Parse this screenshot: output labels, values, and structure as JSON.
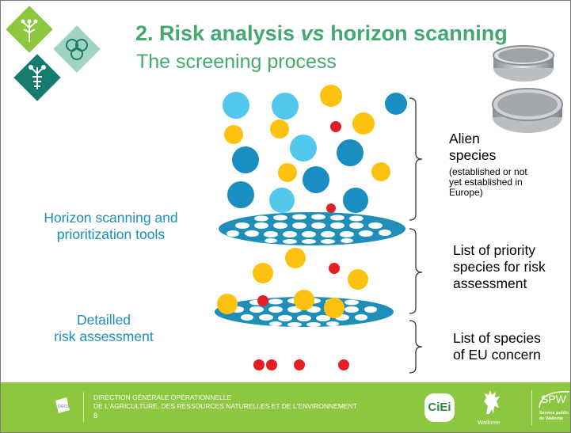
{
  "slide": {
    "title_part1": "2. Risk analysis ",
    "title_vs": "vs",
    "title_part2": " horizon scanning",
    "subtitle": "The screening process"
  },
  "left_labels": {
    "horizon_line1": "Horizon scanning and",
    "horizon_line2": "prioritization tools",
    "detailed_line1": "Detailled",
    "detailed_line2": "risk assessment"
  },
  "right_labels": {
    "alien_line1": "Alien",
    "alien_line2": "species",
    "alien_note_line1": "(established or not",
    "alien_note_line2": "yet  established in",
    "alien_note_line3": "Europe)",
    "priority_line1": "List of priority",
    "priority_line2": "species for risk",
    "priority_line3": "assessment",
    "concern_line1": "List of species",
    "concern_line2": "of EU concern"
  },
  "footer": {
    "line1": "Direction générale opérationnelle",
    "line2": "de l'Agriculture, des Ressources naturelles et de l'Environnement",
    "page_number": "8",
    "dgo_badge": "DGO3",
    "cie_logo": "CiEi",
    "wallonie_label": "Wallonie",
    "spw_logo": "SPW",
    "spw_sub_line1": "Service public",
    "spw_sub_line2": "de Wallonie"
  },
  "colors": {
    "title_green": "#44a96e",
    "label_blue": "#1a8fb5",
    "footer_green": "#8dc63f",
    "dark_blue_ball": "#1a8ec0",
    "light_blue_ball": "#52c8ee",
    "yellow_ball": "#fdc10f",
    "red_ball": "#e31e24",
    "sieve_blue": "#1f8fb9"
  },
  "icons": [
    "plant-icon",
    "leaf-icon",
    "lobster-icon",
    "sieve-image",
    "dgo-badge-icon",
    "rooster-icon"
  ]
}
